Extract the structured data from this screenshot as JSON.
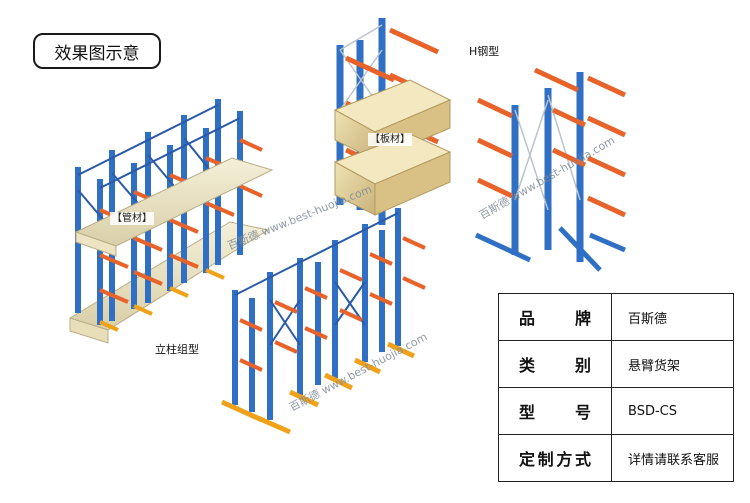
{
  "title": "效果图示意",
  "labels": {
    "h_steel": "H钢型",
    "column_group": "立柱组型"
  },
  "cargo": {
    "pipes": "【管材】",
    "boards": "【板材】"
  },
  "watermark": "百斯德 www.best-huojia.com",
  "spec_table": [
    {
      "key": "品　牌",
      "value": "百斯德"
    },
    {
      "key": "类　别",
      "value": "悬臂货架"
    },
    {
      "key": "型　号",
      "value": "BSD-CS"
    },
    {
      "key": "定制方式",
      "value": "详情请联系客服"
    }
  ],
  "colors": {
    "column": "#2f6fc4",
    "arm": "#e8632a",
    "base": "#f0a21a",
    "brace": "#2a5aa8"
  }
}
